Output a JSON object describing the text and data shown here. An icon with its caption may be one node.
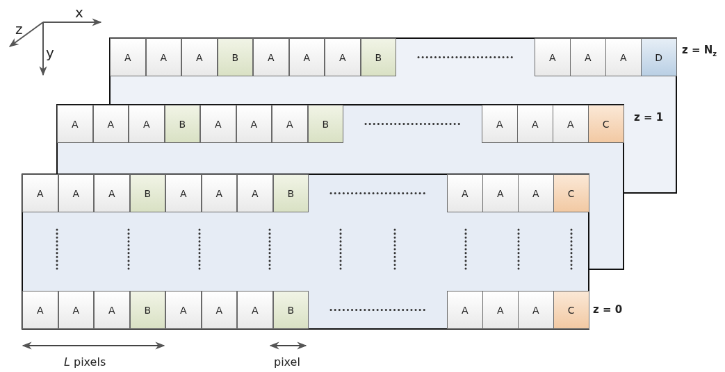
{
  "diagram": {
    "nodes": [
      {
        "text": [
          "A"
        ]
      },
      {
        "text": [
          "A"
        ]
      },
      {
        "text": [
          "A"
        ]
      },
      {
        "text": [
          "B"
        ]
      },
      {
        "text": [
          "A"
        ]
      },
      {
        "text": [
          "A"
        ]
      },
      {
        "text": [
          "A"
        ]
      },
      {
        "text": [
          "B"
        ]
      },
      {
        "text": [
          "A"
        ]
      },
      {
        "text": [
          "A"
        ]
      },
      {
        "text": [
          "A"
        ]
      },
      {
        "text": [
          "D"
        ]
      },
      {
        "text": [
          "A"
        ]
      },
      {
        "text": [
          "A"
        ]
      },
      {
        "text": [
          "A"
        ]
      },
      {
        "text": [
          "B"
        ]
      },
      {
        "text": [
          "A"
        ]
      },
      {
        "text": [
          "A"
        ]
      },
      {
        "text": [
          "A"
        ]
      },
      {
        "text": [
          "B"
        ]
      },
      {
        "text": [
          "A"
        ]
      },
      {
        "text": [
          "A"
        ]
      },
      {
        "text": [
          "A"
        ]
      },
      {
        "text": [
          "C"
        ]
      },
      {
        "text": [
          "A"
        ]
      },
      {
        "text": [
          "A"
        ]
      },
      {
        "text": [
          "A"
        ]
      },
      {
        "text": [
          "B"
        ]
      },
      {
        "text": [
          "A"
        ]
      },
      {
        "text": [
          "A"
        ]
      },
      {
        "text": [
          "A"
        ]
      },
      {
        "text": [
          "B"
        ]
      },
      {
        "text": [
          "A"
        ]
      },
      {
        "text": [
          "A"
        ]
      },
      {
        "text": [
          "A"
        ]
      },
      {
        "text": [
          "C"
        ]
      },
      {
        "text": [
          "A"
        ]
      },
      {
        "text": [
          "A"
        ]
      },
      {
        "text": [
          "A"
        ]
      },
      {
        "text": [
          "B"
        ]
      },
      {
        "text": [
          "A"
        ]
      },
      {
        "text": [
          "A"
        ]
      },
      {
        "text": [
          "A"
        ]
      },
      {
        "text": [
          "B"
        ]
      },
      {
        "text": [
          "A"
        ]
      },
      {
        "text": [
          "A"
        ]
      },
      {
        "text": [
          "A"
        ]
      },
      {
        "text": [
          "C"
        ]
      }
    ],
    "labels": [
      "x",
      "z",
      "y",
      "z = N$_{z}$",
      "z = 1",
      "z = 0",
      "*L* pixels",
      "pixel"
    ]
  }
}
